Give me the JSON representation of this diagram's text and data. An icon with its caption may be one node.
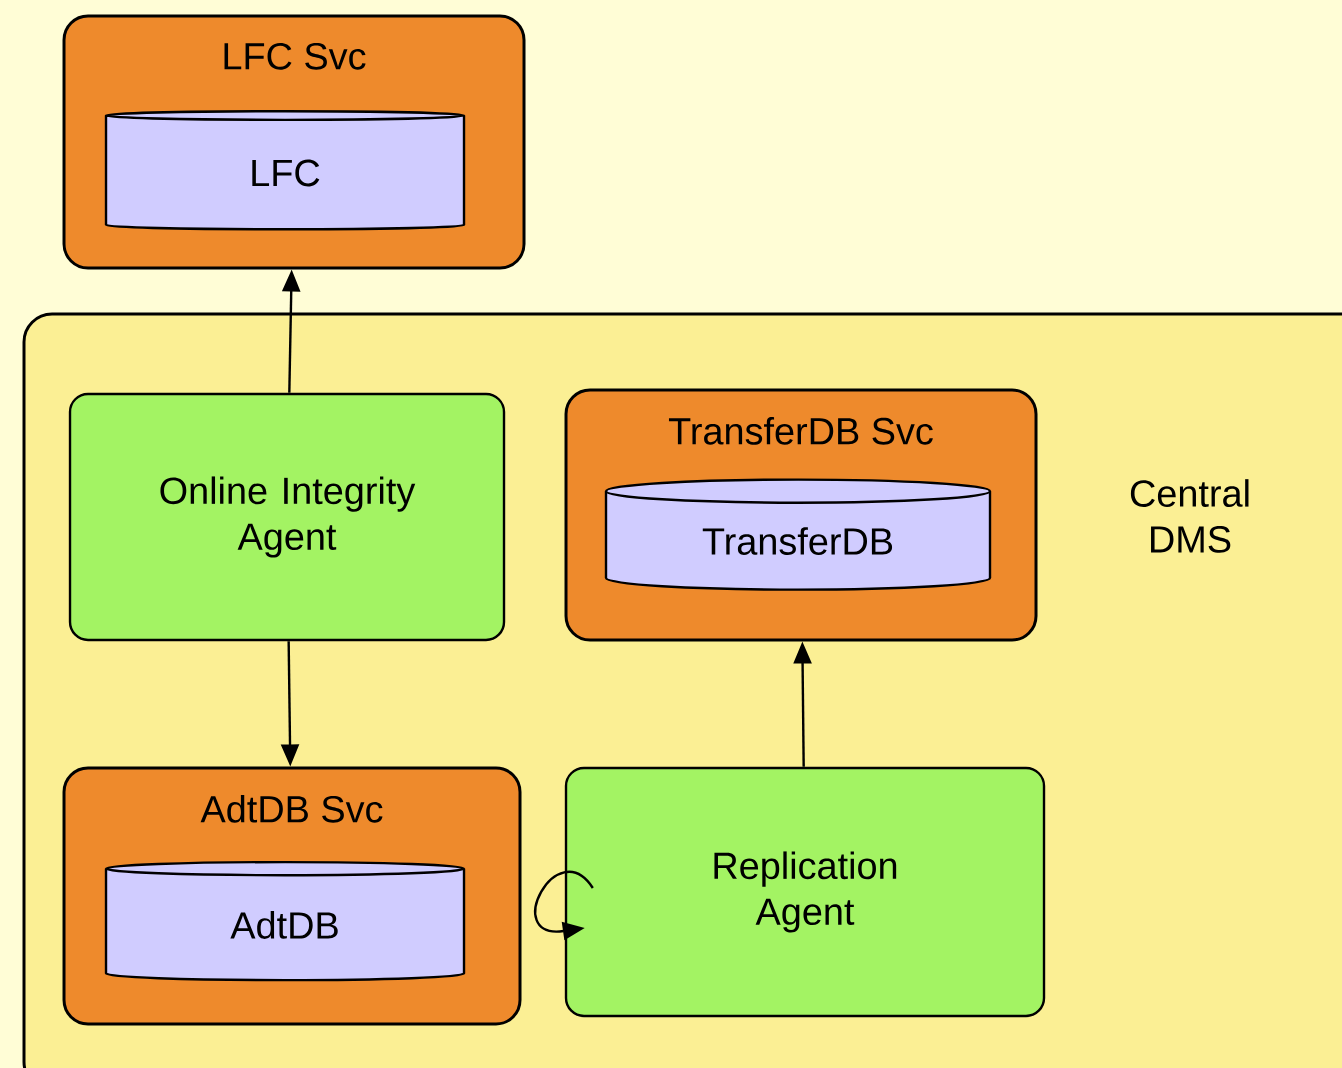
{
  "diagram": {
    "nodes": [
      {
        "text": [
          "LFC Svc"
        ]
      },
      {
        "text": [
          "LFC"
        ],
        "in": 0
      },
      {
        "text": [
          "Central DMS"
        ]
      },
      {
        "text": [
          "Online Integrity Agent"
        ],
        "in": 2
      },
      {
        "text": [
          "TransferDB Svc"
        ],
        "in": 2
      },
      {
        "text": [
          "TransferDB"
        ],
        "in": 4
      },
      {
        "text": [
          "AdtDB Svc"
        ],
        "in": 2
      },
      {
        "text": [
          "AdtDB"
        ],
        "in": 6
      },
      {
        "text": [
          "Replication Agent"
        ],
        "in": 2
      }
    ],
    "edges": [
      {
        "from": 3,
        "to": 0,
        "arrow": "to"
      },
      {
        "from": 3,
        "to": 6,
        "arrow": "to"
      },
      {
        "from": 8,
        "to": 4,
        "arrow": "to"
      },
      {
        "from": 8,
        "to": 8,
        "arrow": "to"
      }
    ]
  }
}
